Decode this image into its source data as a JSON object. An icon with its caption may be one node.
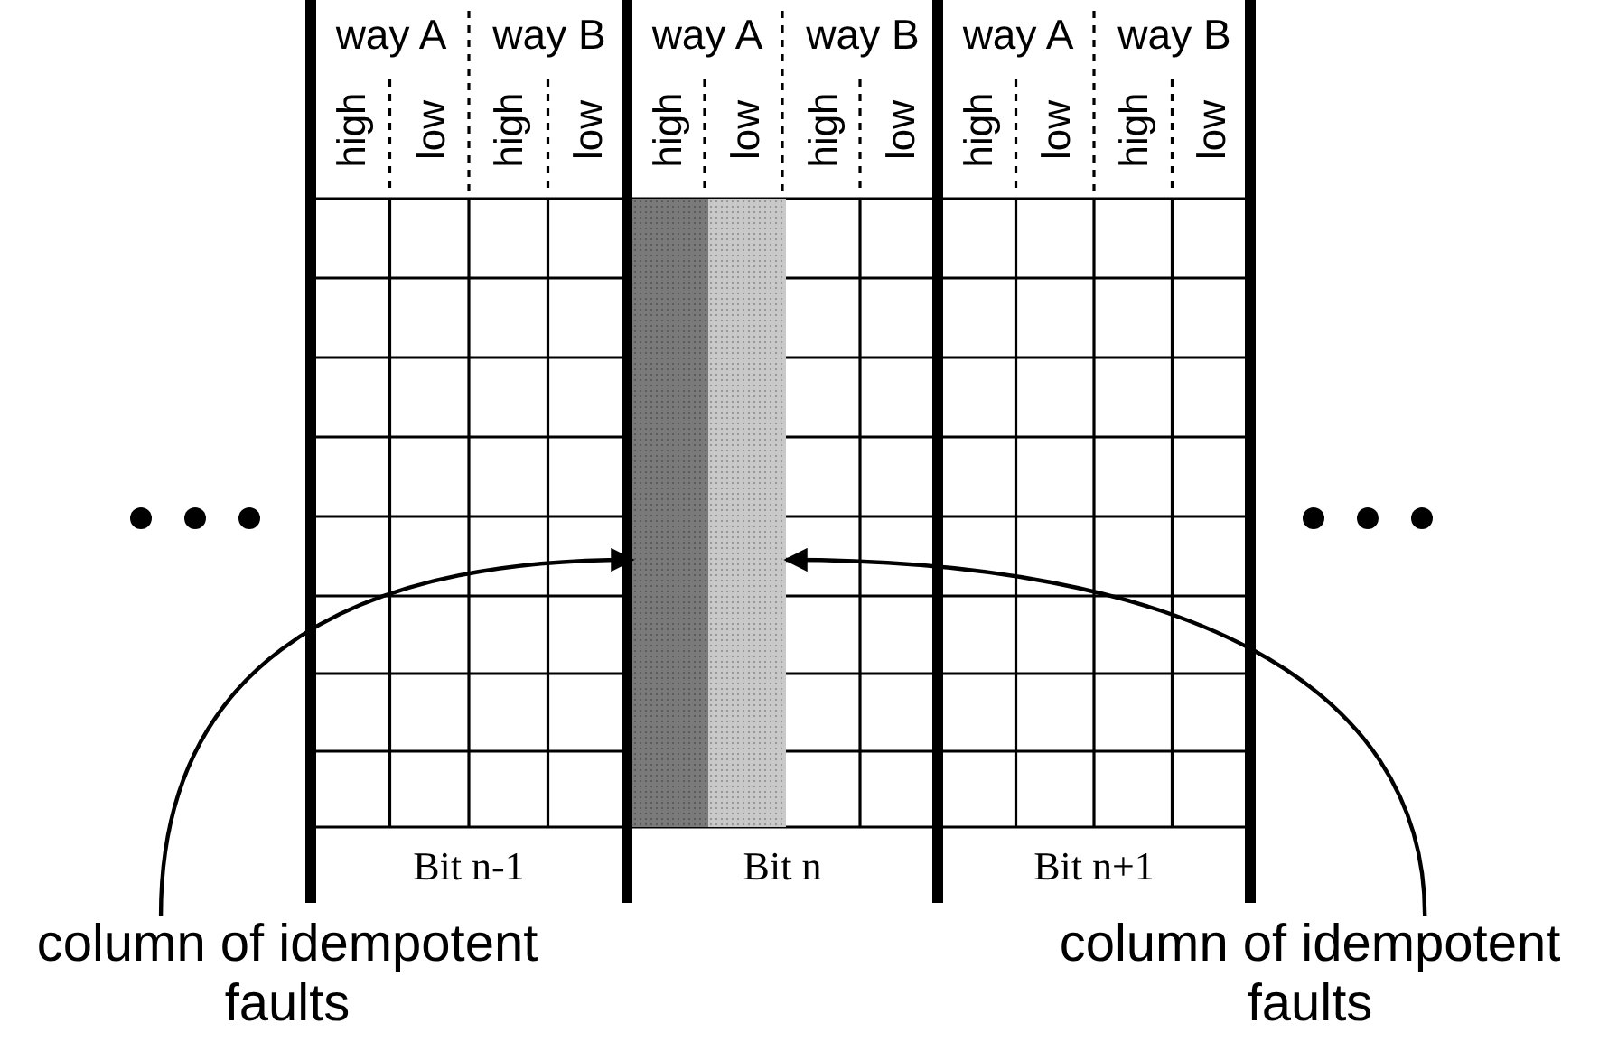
{
  "diagram": {
    "nodes": [
      {
        "text": [],
        "shape": "bar"
      },
      {
        "text": [],
        "shape": "bar"
      },
      {
        "text": [
          "column of idempotent faults"
        ]
      },
      {
        "text": [
          "column of idempotent faults"
        ]
      }
    ],
    "edges": [
      {
        "from": 2,
        "to": 0,
        "arrow": "to"
      },
      {
        "from": 3,
        "to": 1,
        "arrow": "to"
      }
    ],
    "labels": [
      "way A",
      "way B",
      "way A",
      "way B",
      "way A",
      "way B",
      "high",
      "low",
      "high",
      "low",
      "high",
      "low",
      "high",
      "low",
      "high",
      "low",
      "high",
      "low",
      "Bit n-1",
      "Bit n",
      "Bit n+1"
    ]
  }
}
